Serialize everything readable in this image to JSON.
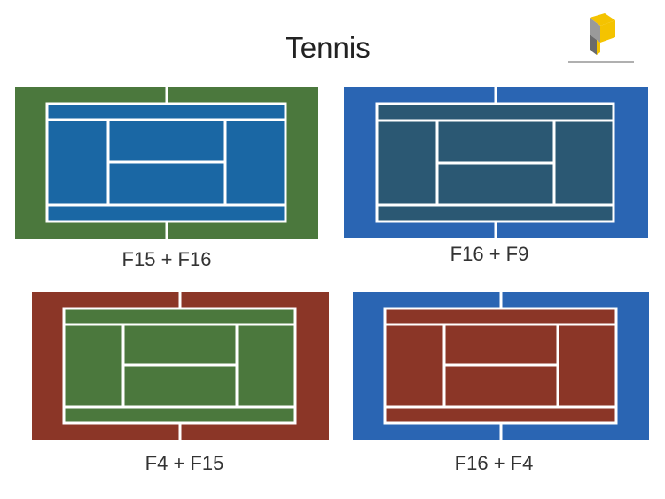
{
  "title": "Tennis",
  "line_color": "#ffffff",
  "courts": [
    {
      "label": "F15 + F16",
      "surround_color": "#4b783d",
      "court_color": "#1a67a4"
    },
    {
      "label": "F16 + F9",
      "surround_color": "#2a65b3",
      "court_color": "#2b5873"
    },
    {
      "label": "F4 + F15",
      "surround_color": "#8b3627",
      "court_color": "#4b783d"
    },
    {
      "label": "F16 + F4",
      "surround_color": "#2a65b3",
      "court_color": "#8b3627"
    }
  ],
  "logo": {
    "primary_color": "#f4c300",
    "secondary_color": "#9a9a9a",
    "tertiary_color": "#6b6b6b"
  }
}
